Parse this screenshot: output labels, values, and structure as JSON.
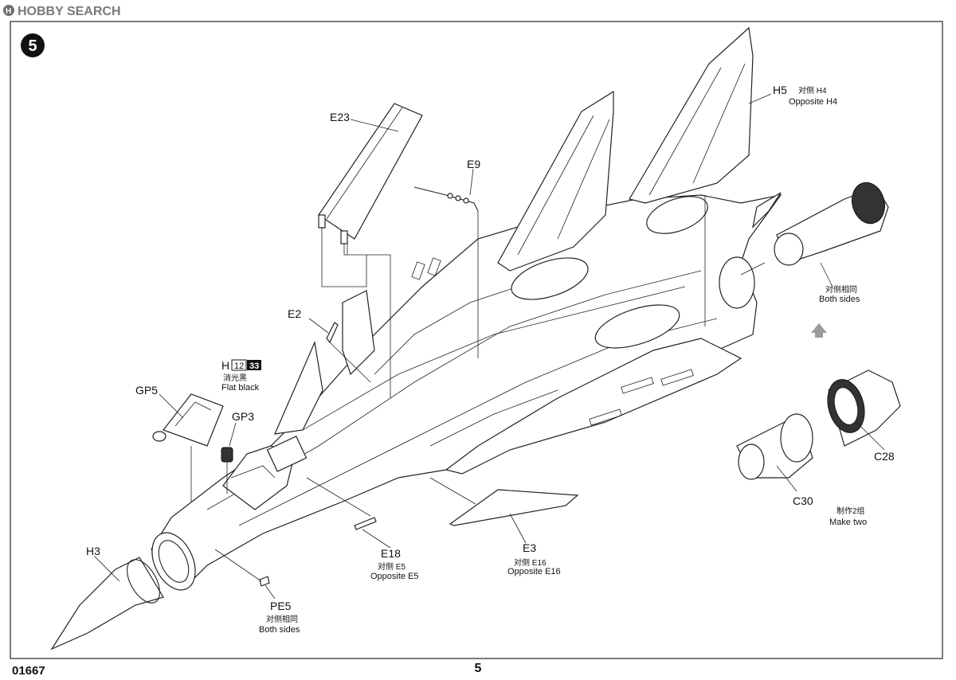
{
  "header": {
    "brand": "HOBBY SEARCH"
  },
  "step": {
    "number": "5"
  },
  "footer": {
    "kit_number": "01667",
    "page_number": "5"
  },
  "labels": {
    "E23": "E23",
    "E9": "E9",
    "H5": "H5",
    "H5_cn": "对侧 H4",
    "H5_en": "Opposite H4",
    "E2": "E2",
    "H": "H",
    "H_box1": "12",
    "H_box2": "33",
    "H_cn": "消光黑",
    "H_en": "Flat black",
    "GP5": "GP5",
    "GP3": "GP3",
    "both_cn_1": "对侧相同",
    "both_en_1": "Both sides",
    "C28": "C28",
    "C30": "C30",
    "make_cn": "制作2组",
    "make_en": "Make two",
    "E18": "E18",
    "E18_cn": "对侧  E5",
    "E18_en": "Opposite E5",
    "E3": "E3",
    "E3_cn": "对侧  E16",
    "E3_en": "Opposite E16",
    "H3": "H3",
    "PE5": "PE5",
    "PE5_cn": "对侧相同",
    "PE5_en": "Both sides"
  },
  "icons": {
    "direction_arrow": "up-arrow-icon",
    "brand_logo": "hobby-search-logo"
  }
}
